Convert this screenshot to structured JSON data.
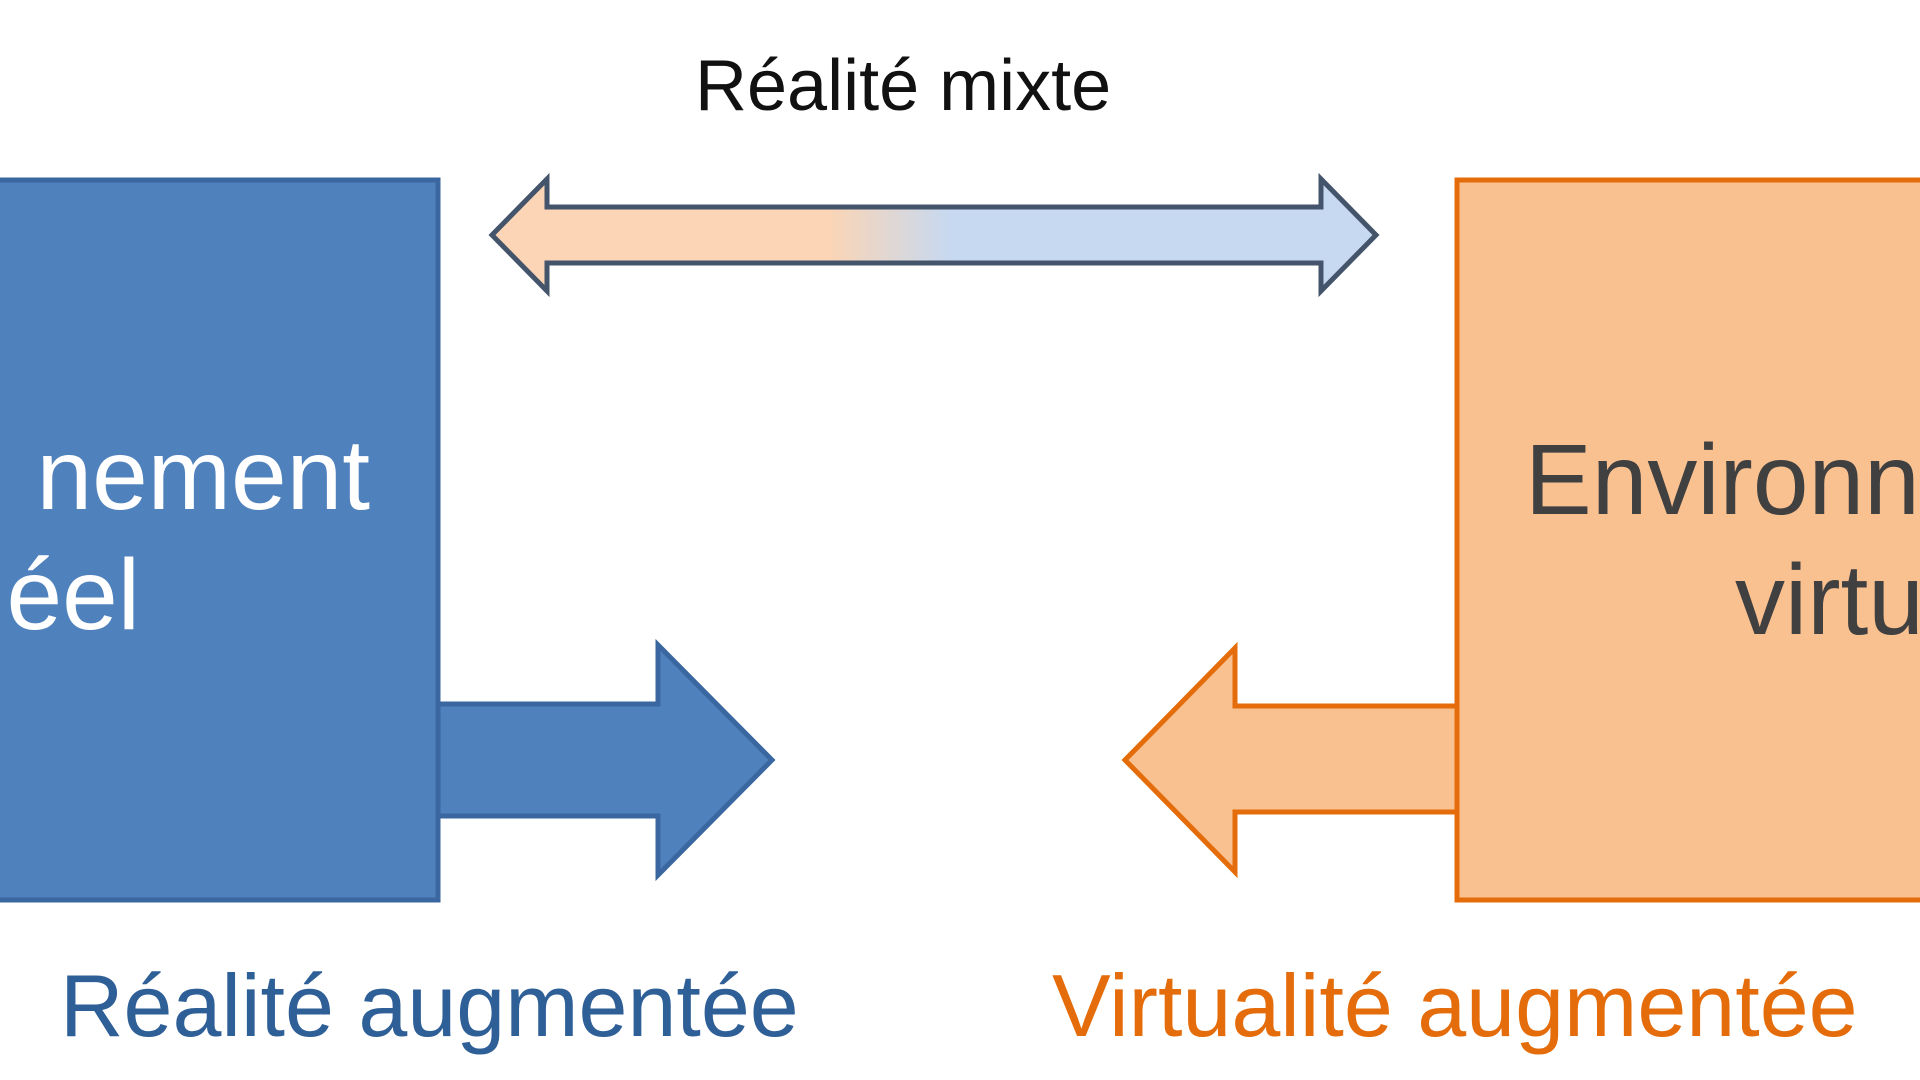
{
  "labels": {
    "mixed_reality": "Réalité mixte",
    "augmented_reality": "Réalité augmentée",
    "augmented_virtuality": "Virtualité augmentée"
  },
  "real_environment": {
    "line1": "nement",
    "line2": "éel"
  },
  "virtual_environment": {
    "line1": "Environn",
    "line2": "virtu"
  },
  "colors": {
    "real_fill": "#4f81bd",
    "real_stroke": "#3a679f",
    "real_text": "#ffffff",
    "virtual_fill": "#f9c090",
    "virtual_stroke": "#e46c0a",
    "virtual_text": "#404040",
    "ar_label": "#2e5f97",
    "av_label": "#e46c0a",
    "mixed_arrow_left": "#fbd5b5",
    "mixed_arrow_right": "#c6d9f1",
    "mixed_arrow_stroke": "#44546a"
  }
}
